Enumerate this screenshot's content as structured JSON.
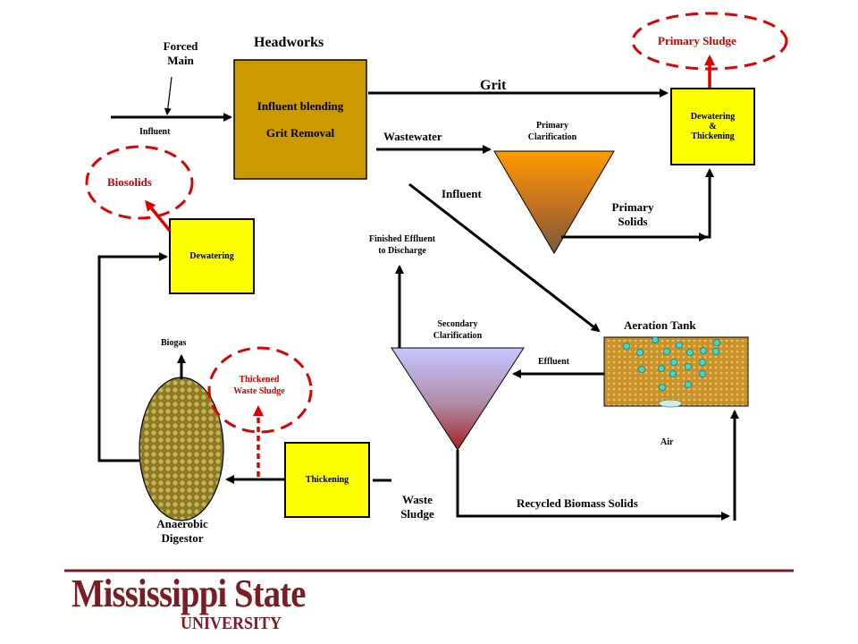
{
  "headworks": {
    "title": "Headworks",
    "line1": "Influent blending",
    "line2": "Grit Removal"
  },
  "labels": {
    "forced_main_1": "Forced",
    "forced_main_2": "Main",
    "influent_in": "Influent",
    "grit": "Grit",
    "wastewater": "Wastewater",
    "primary_clarification_1": "Primary",
    "primary_clarification_2": "Clarification",
    "influent_mid": "Influent",
    "primary_solids_1": "Primary",
    "primary_solids_2": "Solids",
    "finished_effluent_1": "Finished Effluent",
    "finished_effluent_2": "to Discharge",
    "secondary_clarification_1": "Secondary",
    "secondary_clarification_2": "Clarification",
    "aeration_tank": "Aeration Tank",
    "effluent": "Effluent",
    "air": "Air",
    "recycled": "Recycled Biomass Solids",
    "waste_sludge_1": "Waste",
    "waste_sludge_2": "Sludge",
    "biogas": "Biogas",
    "anaerobic_1": "Anaerobic",
    "anaerobic_2": "Digestor"
  },
  "boxes": {
    "dewatering_thickening_1": "Dewatering",
    "dewatering_thickening_2": "&",
    "dewatering_thickening_3": "Thickening",
    "dewatering": "Dewatering",
    "thickening": "Thickening"
  },
  "callouts": {
    "primary_sludge": "Primary Sludge",
    "biosolids": "Biosolids",
    "thickened_1": "Thickened",
    "thickened_2": "Waste Sludge"
  },
  "logo": {
    "main": "Mississippi State",
    "sub": "UNIVERSITY"
  },
  "colors": {
    "headworks_fill": "#cc9900",
    "process_box_fill": "#ffff00",
    "callout_red": "#dd0000",
    "brand_maroon": "#7a1b26"
  }
}
